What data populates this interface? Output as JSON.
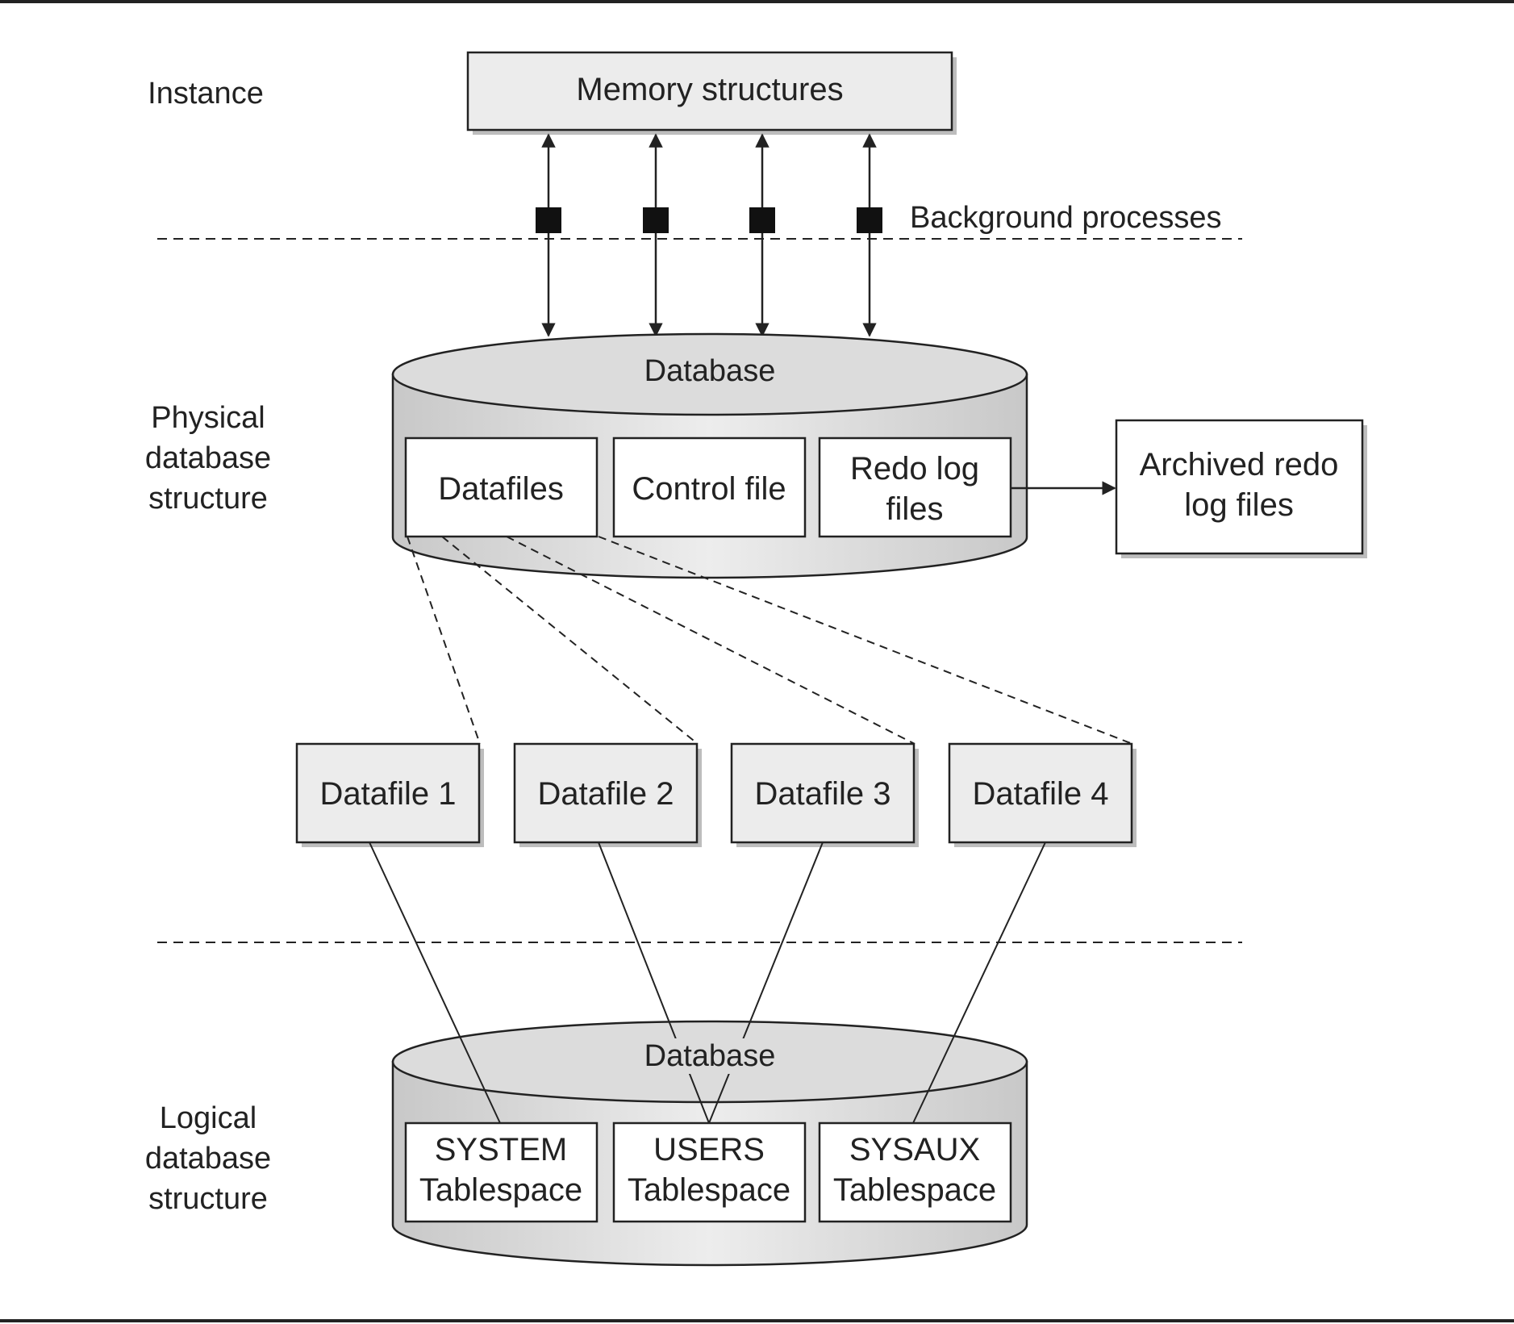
{
  "section_labels": {
    "instance": "Instance",
    "physical": [
      "Physical",
      "database",
      "structure"
    ],
    "logical": [
      "Logical",
      "database",
      "structure"
    ]
  },
  "memory_structures": "Memory structures",
  "background_processes": "Background processes",
  "physical_database": {
    "title": "Database",
    "items": [
      {
        "id": "datafiles",
        "lines": [
          "Datafiles"
        ]
      },
      {
        "id": "control-file",
        "lines": [
          "Control file"
        ]
      },
      {
        "id": "redo-log-files",
        "lines": [
          "Redo log",
          "files"
        ]
      }
    ]
  },
  "archived_redo": [
    "Archived redo",
    "log files"
  ],
  "datafiles": [
    "Datafile 1",
    "Datafile 2",
    "Datafile 3",
    "Datafile 4"
  ],
  "logical_database": {
    "title": "Database",
    "tablespaces": [
      {
        "id": "system",
        "lines": [
          "SYSTEM",
          "Tablespace"
        ]
      },
      {
        "id": "users",
        "lines": [
          "USERS",
          "Tablespace"
        ]
      },
      {
        "id": "sysaux",
        "lines": [
          "SYSAUX",
          "Tablespace"
        ]
      }
    ]
  },
  "colors": {
    "stroke": "#222222",
    "cylinder_fill": "#e6e6e6",
    "cylinder_top": "#d9d9d9",
    "box_fill": "#ffffff",
    "datafile_fill": "#ececec",
    "shadow": "#bdbdbd"
  }
}
